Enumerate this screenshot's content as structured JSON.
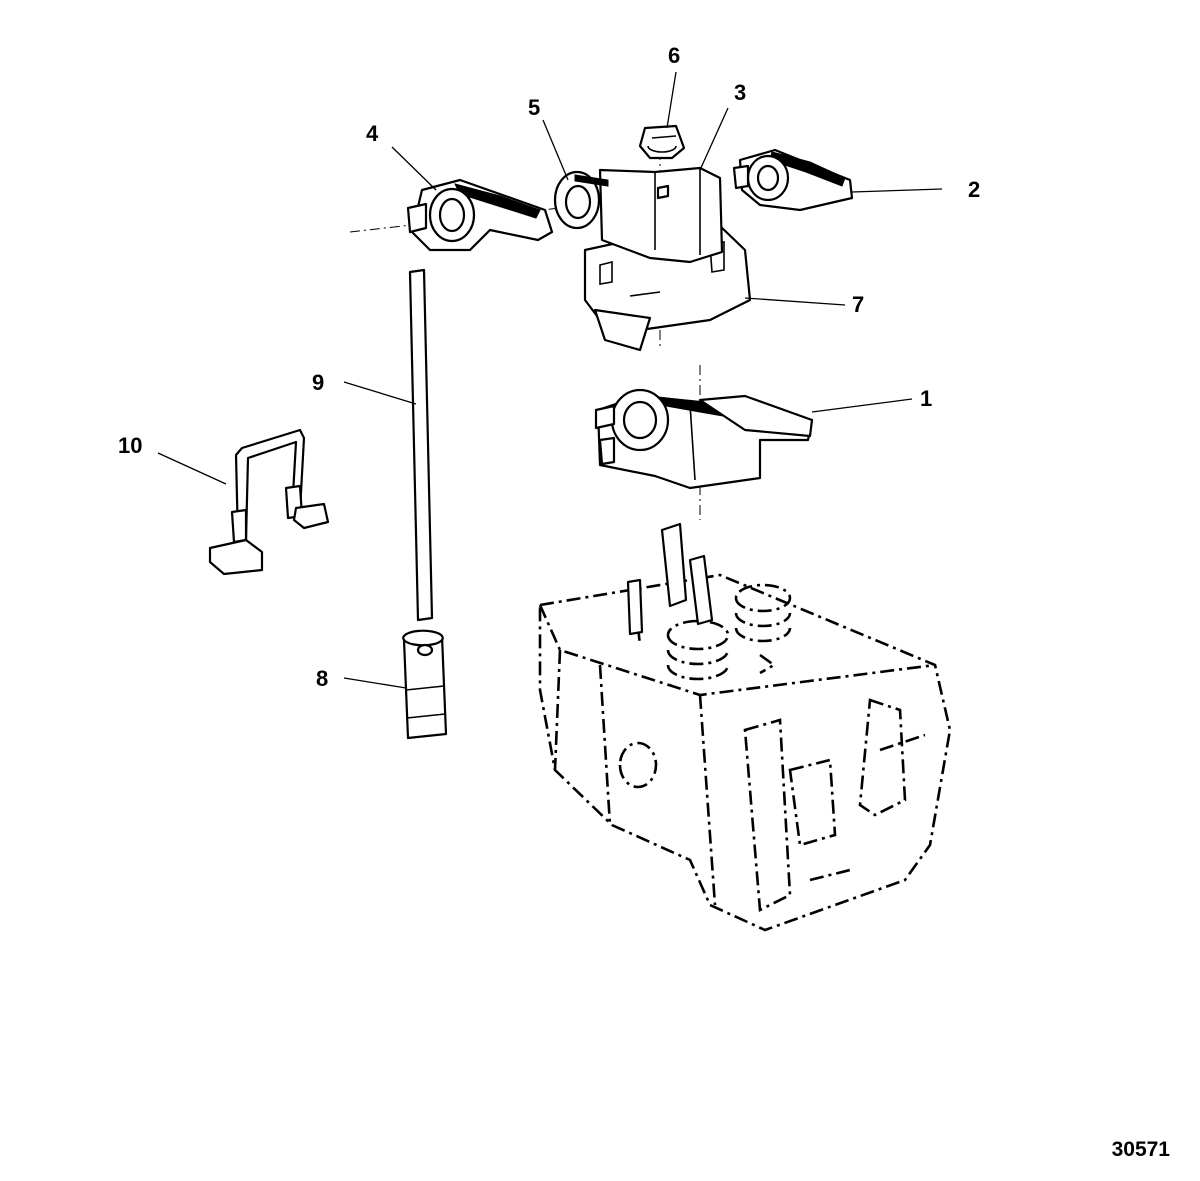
{
  "figure_number": "30571",
  "callouts": {
    "c1": "1",
    "c2": "2",
    "c3": "3",
    "c4": "4",
    "c5": "5",
    "c6": "6",
    "c7": "7",
    "c8": "8",
    "c9": "9",
    "c10": "10"
  }
}
